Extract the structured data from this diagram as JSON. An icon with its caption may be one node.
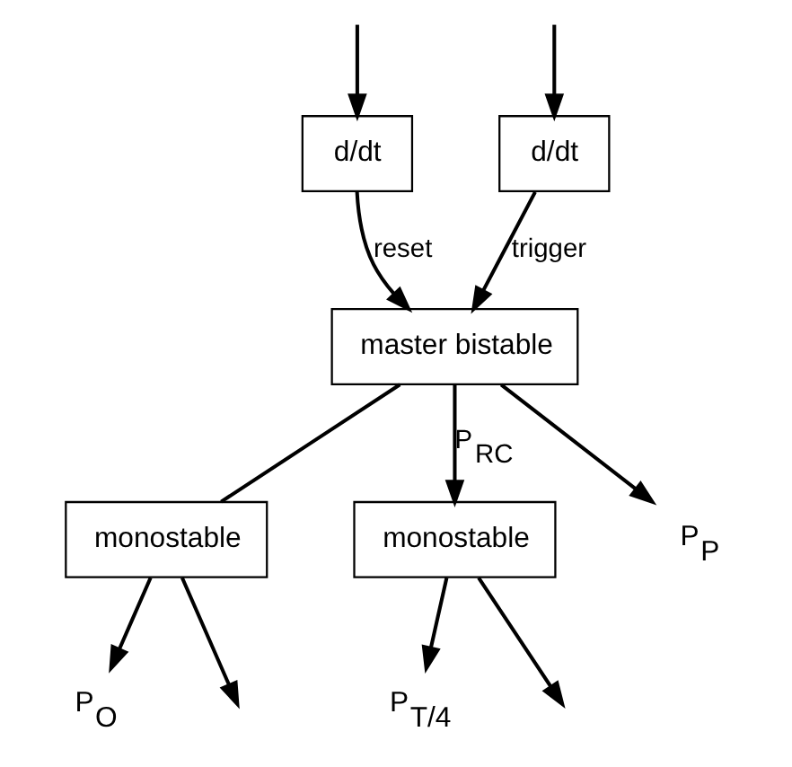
{
  "diagram": {
    "nodes": [
      {
        "text": [
          "d/dt"
        ]
      },
      {
        "text": [
          "d/dt"
        ]
      },
      {
        "text": [
          "master bistable"
        ]
      },
      {
        "text": [
          "monostable"
        ]
      },
      {
        "text": [
          "monostable"
        ]
      },
      {
        "text": [
          "P$_{P}$"
        ]
      },
      {
        "text": [
          "P$_{O}$"
        ]
      },
      {
        "text": [
          "P$_{T/4}$"
        ]
      }
    ],
    "edges": [
      {
        "from": null,
        "to": 0,
        "arrow": "to"
      },
      {
        "from": null,
        "to": 1,
        "arrow": "to"
      },
      {
        "from": 0,
        "to": 2,
        "arrow": "to",
        "label": "trigger"
      },
      {
        "from": 1,
        "to": 2,
        "arrow": "to",
        "label": "reset"
      },
      {
        "from": 2,
        "to": 3,
        "arrow": "none"
      },
      {
        "from": 2,
        "to": 4,
        "arrow": "to",
        "label": "P$_{RC}$"
      },
      {
        "from": 2,
        "to": 5,
        "arrow": "to"
      },
      {
        "from": 3,
        "to": 6,
        "arrow": "to"
      },
      {
        "from": 3,
        "to": null,
        "arrow": "to"
      },
      {
        "from": 4,
        "to": 7,
        "arrow": "to"
      },
      {
        "from": 4,
        "to": null,
        "arrow": "to"
      }
    ]
  }
}
